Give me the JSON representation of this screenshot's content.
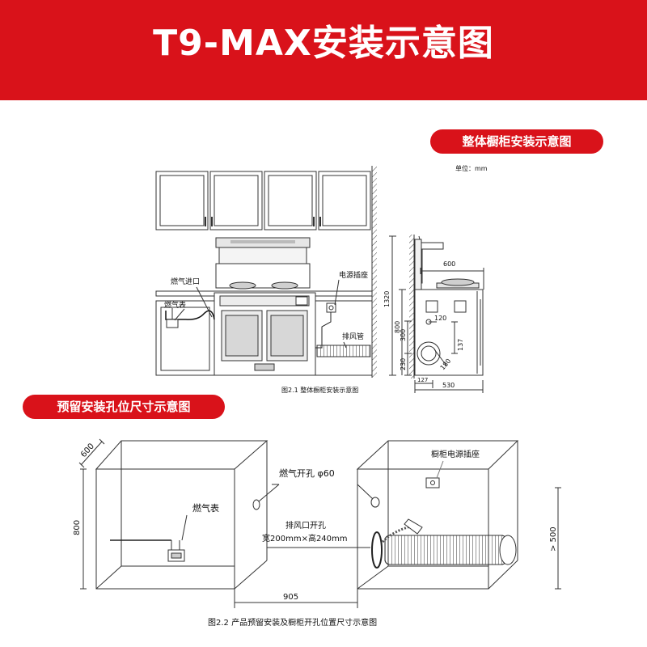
{
  "header": {
    "title": "T9-MAX安装示意图"
  },
  "section1": {
    "title": "整体橱柜安装示意图",
    "unit": "单位：mm",
    "label_gas_inlet": "燃气进口",
    "label_gas_meter": "燃气表",
    "label_power_socket": "电源插座",
    "label_exhaust_pipe": "排风管",
    "dim_1320": "1320",
    "dim_800": "800",
    "dim_300": "300",
    "dim_230": "230",
    "dim_600": "600",
    "dim_120": "120",
    "dim_137": "137",
    "dim_180": "180",
    "dim_127": "127",
    "dim_530": "530",
    "caption": "图2.1  整体橱柜安装示意图"
  },
  "section2": {
    "title": "预留安装孔位尺寸示意图",
    "dim_600": "600",
    "dim_800": "800",
    "dim_905": "905",
    "dim_500": "> 500",
    "label_gas_hole": "燃气开孔 φ60",
    "label_gas_meter": "燃气表",
    "label_exhaust_hole": "排风口开孔",
    "label_exhaust_size": "宽200mm×高240mm",
    "label_cabinet_socket": "橱柜电源插座",
    "caption": "图2.2  产品预留安装及橱柜开孔位置尺寸示意图"
  }
}
